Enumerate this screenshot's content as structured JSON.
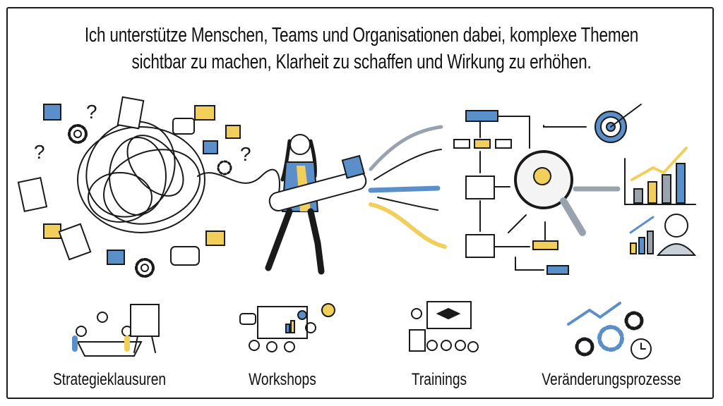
{
  "headline": {
    "line1": "Ich unterstütze Menschen, Teams und Organisationen dabei, komplexe Themen",
    "line2": "sichtbar zu machen, Klarheit zu schaffen und Wirkung zu erhöhen."
  },
  "services": [
    {
      "label": "Strategieklausuren",
      "icon": "meeting-table-icon"
    },
    {
      "label": "Workshops",
      "icon": "workshop-presentation-icon"
    },
    {
      "label": "Trainings",
      "icon": "training-lecture-icon"
    },
    {
      "label": "Veränderungsprozesse",
      "icon": "gears-growth-icon"
    }
  ],
  "colors": {
    "blue": "#5b8fc9",
    "yellow": "#f2cf5b",
    "gray": "#9aa3ad",
    "ink": "#1a1a1a"
  }
}
